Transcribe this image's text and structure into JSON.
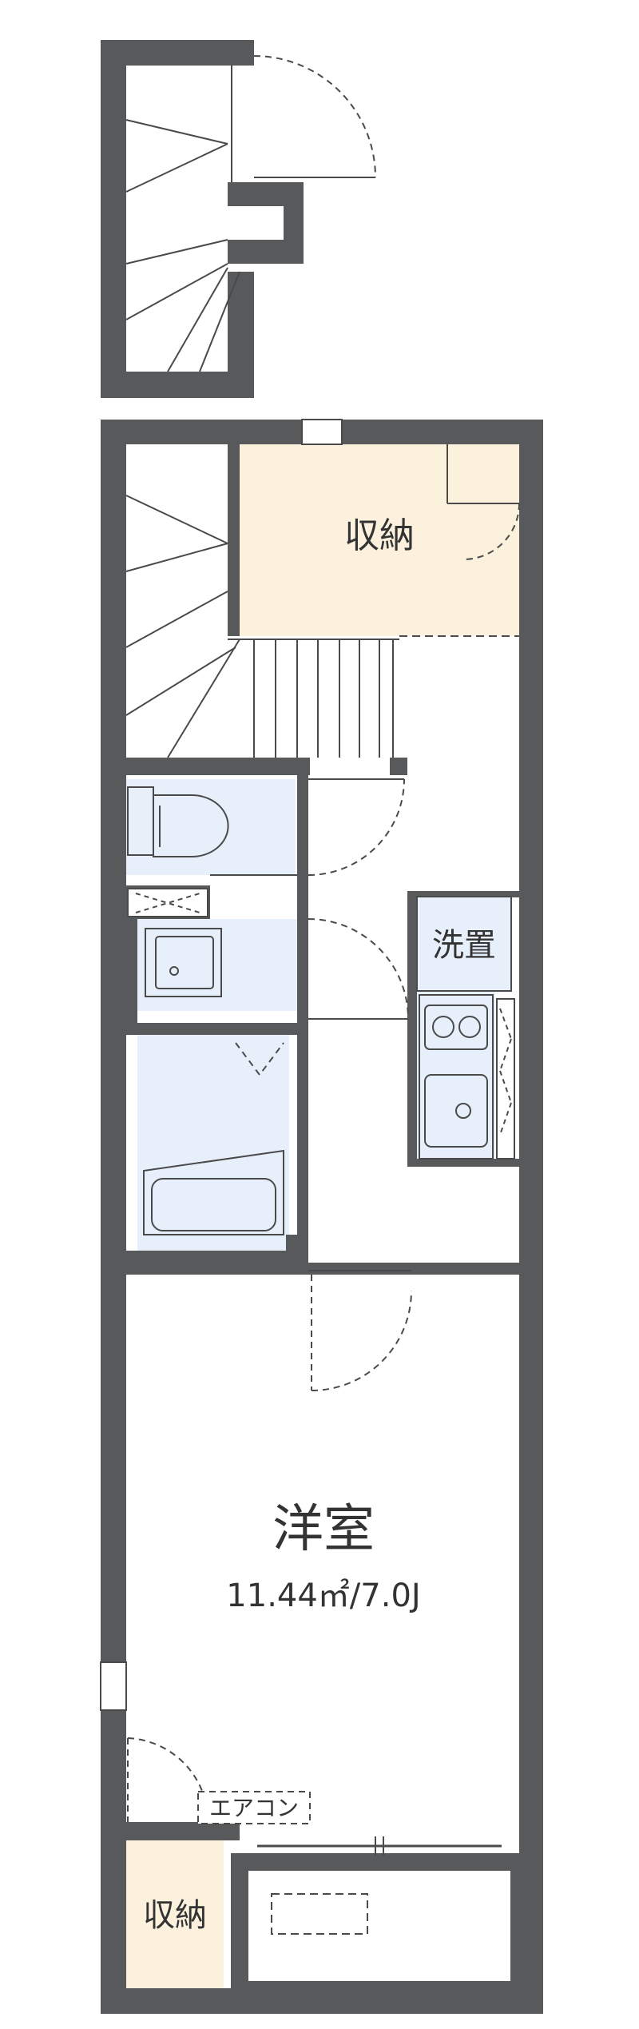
{
  "rooms": {
    "storage_upper": "収納",
    "washer": "洗置",
    "western_room": "洋室",
    "western_room_size": "11.44㎡/7.0J",
    "aircon": "エアコン",
    "storage_lower": "収納"
  },
  "colors": {
    "wall": "#58595b",
    "storage_fill": "#fbf1dd",
    "wet_area_fill": "#e7effb",
    "line": "#4a4a4a"
  }
}
